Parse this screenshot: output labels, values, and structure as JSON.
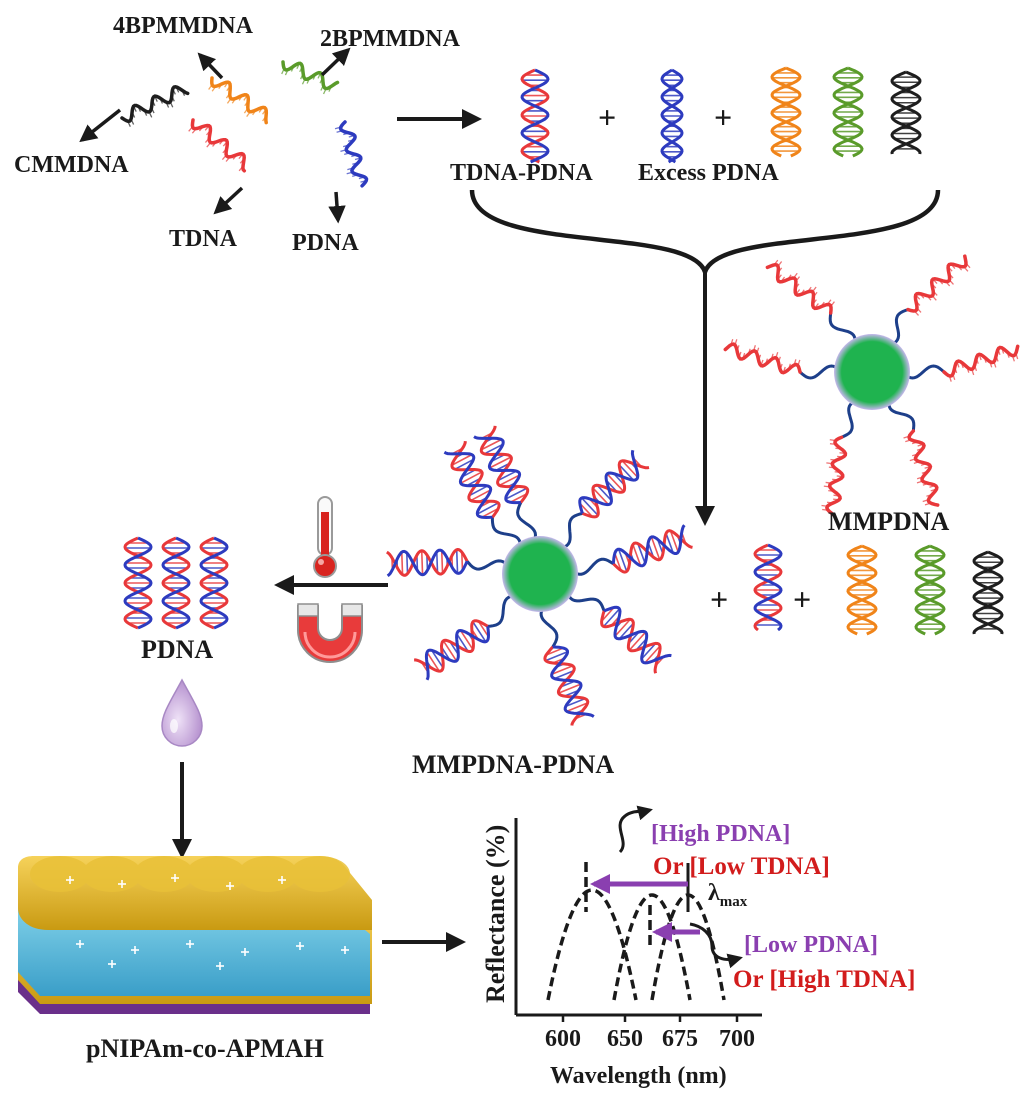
{
  "labels": {
    "bp4": "4BPMMDNA",
    "bp2": "2BPMMDNA",
    "cmm": "CMMDNA",
    "tdna": "TDNA",
    "pdna_top": "PDNA",
    "tdna_pdna": "TDNA-PDNA",
    "excess_pdna": "Excess PDNA",
    "mmpdna": "MMPDNA",
    "mmpdna_pdna": "MMPDNA-PDNA",
    "pdna_left": "PDNA",
    "film": "pNIPAm-co-APMAH",
    "plus": "+"
  },
  "graph": {
    "ylabel": "Reflectance (%)",
    "xlabel": "Wavelength  (nm)",
    "xticks": [
      "600",
      "650",
      "675",
      "700"
    ],
    "lambda_main": "λ",
    "lambda_sub": "max",
    "ann_high_pdna": "[High PDNA]",
    "ann_low_tdna": "Or [Low TDNA]",
    "ann_low_pdna": "[Low PDNA]",
    "ann_high_tdna": "Or [High TDNA]"
  },
  "colors": {
    "bead": "#1fb34f",
    "dna_red": "#e8383a",
    "dna_blue": "#2d3bbf",
    "dna_orange": "#f08419",
    "dna_green": "#5a9b2a",
    "dna_black": "#1e1e1e",
    "linker": "#1d3f8a",
    "annotation_purple": "#8a3fb0",
    "annotation_red": "#d21c1c"
  },
  "icons": [
    "thermometer-icon",
    "magnet-icon",
    "droplet-icon"
  ]
}
